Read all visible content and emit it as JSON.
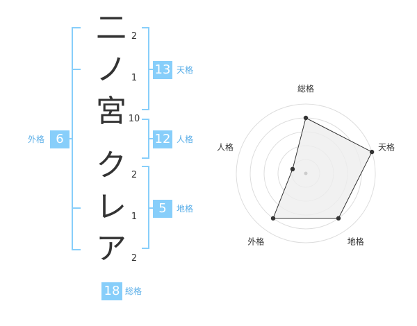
{
  "name": {
    "characters": [
      "二",
      "ノ",
      "宮",
      "ク",
      "レ",
      "ア"
    ],
    "strokes": [
      "2",
      "1",
      "10",
      "2",
      "1",
      "2"
    ]
  },
  "fortunes": {
    "tenkaku": {
      "value": "13",
      "label": "天格"
    },
    "jinkaku": {
      "value": "12",
      "label": "人格"
    },
    "chikaku": {
      "value": "5",
      "label": "地格"
    },
    "gaikaku": {
      "value": "6",
      "label": "外格"
    },
    "soukaku": {
      "value": "18",
      "label": "総格"
    }
  },
  "colors": {
    "accent": "#87cefa",
    "accent_text": "#5aaee8",
    "text": "#333333",
    "radar_fill": "#eeeeee"
  },
  "chart_data": {
    "type": "radar",
    "axes": [
      "総格",
      "天格",
      "地格",
      "外格",
      "人格"
    ],
    "max": 5,
    "values": [
      4,
      5,
      4,
      4,
      1
    ]
  }
}
